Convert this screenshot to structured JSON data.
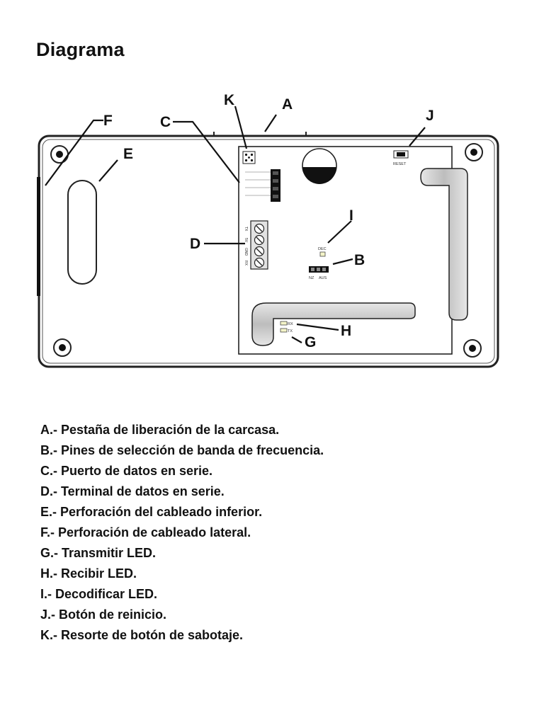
{
  "page": {
    "title": "Diagrama"
  },
  "diagram": {
    "callouts": {
      "A": "A",
      "B": "B",
      "C": "C",
      "D": "D",
      "E": "E",
      "F": "F",
      "G": "G",
      "H": "H",
      "I": "I",
      "J": "J",
      "K": "K"
    },
    "board_labels": {
      "reset": "RESET",
      "dec": "DEC",
      "nz": "NZ",
      "aus": "AUS",
      "rx": "RX",
      "tx": "TX",
      "terminal_tx": "TX",
      "terminal_5v": "5V",
      "terminal_gnd": "GND",
      "terminal_rx": "RX"
    }
  },
  "legend": {
    "items": [
      "A.- Pestaña de liberación de la carcasa.",
      "B.- Pines de selección de banda de frecuencia.",
      "C.- Puerto de datos en serie.",
      "D.- Terminal de datos en serie.",
      "E.- Perforación del cableado inferior.",
      "F.- Perforación de cableado lateral.",
      "G.- Transmitir LED.",
      "H.- Recibir LED.",
      "I.- Decodificar LED.",
      "J.- Botón de reinicio.",
      "K.- Resorte de botón de sabotaje."
    ]
  }
}
